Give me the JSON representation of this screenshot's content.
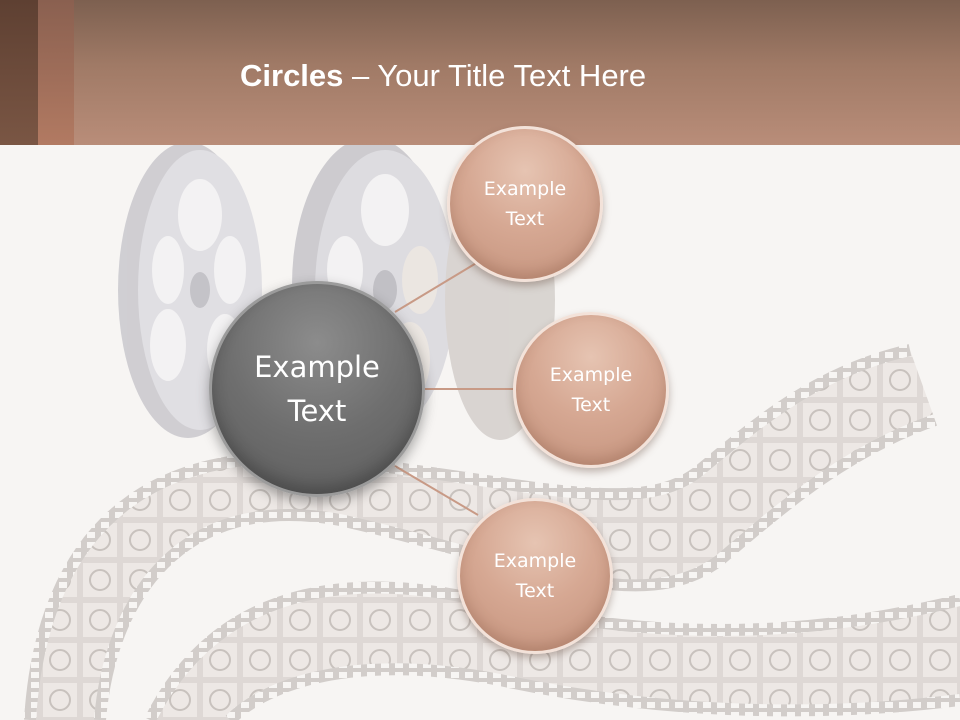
{
  "title": {
    "bold": "Circles",
    "rest": " – Your Title Text Here"
  },
  "center_circle": {
    "line1": "Example",
    "line2": "Text",
    "color": "#6e6e6e"
  },
  "outer_circles": [
    {
      "line1": "Example",
      "line2": "Text"
    },
    {
      "line1": "Example",
      "line2": "Text"
    },
    {
      "line1": "Example",
      "line2": "Text"
    }
  ],
  "colors": {
    "header": "#a07a66",
    "outer_circle": "#d6a893",
    "connector": "#c89a86",
    "background": "#f7f5f3"
  }
}
